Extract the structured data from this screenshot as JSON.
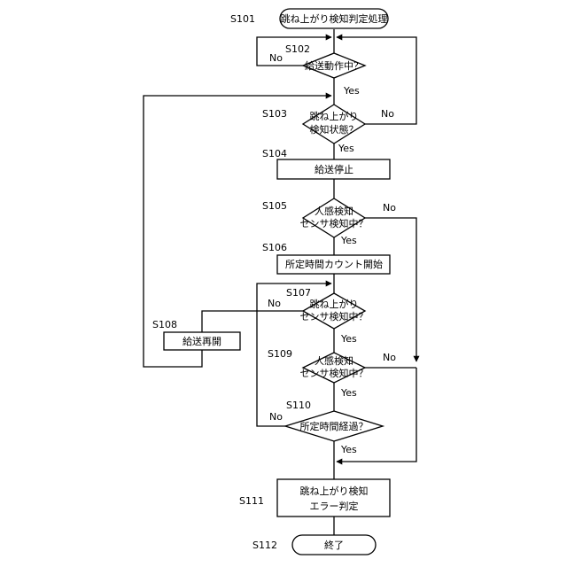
{
  "nodes": {
    "s101": {
      "step": "S101",
      "lines": [
        "跳ね上がり検知判定処理"
      ]
    },
    "s102": {
      "step": "S102",
      "lines": [
        "給送動作中？"
      ]
    },
    "s103": {
      "step": "S103",
      "lines": [
        "跳ね上がり",
        "検知状態？"
      ]
    },
    "s104": {
      "step": "S104",
      "lines": [
        "給送停止"
      ]
    },
    "s105": {
      "step": "S105",
      "lines": [
        "人感検知",
        "センサ検知中？"
      ]
    },
    "s106": {
      "step": "S106",
      "lines": [
        "所定時間カウント開始"
      ]
    },
    "s107": {
      "step": "S107",
      "lines": [
        "跳ね上がり",
        "センサ検知中？"
      ]
    },
    "s108": {
      "step": "S108",
      "lines": [
        "給送再開"
      ]
    },
    "s109": {
      "step": "S109",
      "lines": [
        "人感検知",
        "センサ検知中？"
      ]
    },
    "s110": {
      "step": "S110",
      "lines": [
        "所定時間経過？"
      ]
    },
    "s111": {
      "step": "S111",
      "lines": [
        "跳ね上がり検知",
        "エラー判定"
      ]
    },
    "s112": {
      "step": "S112",
      "lines": [
        "終了"
      ]
    }
  },
  "branches": {
    "yes": "Yes",
    "no": "No"
  }
}
